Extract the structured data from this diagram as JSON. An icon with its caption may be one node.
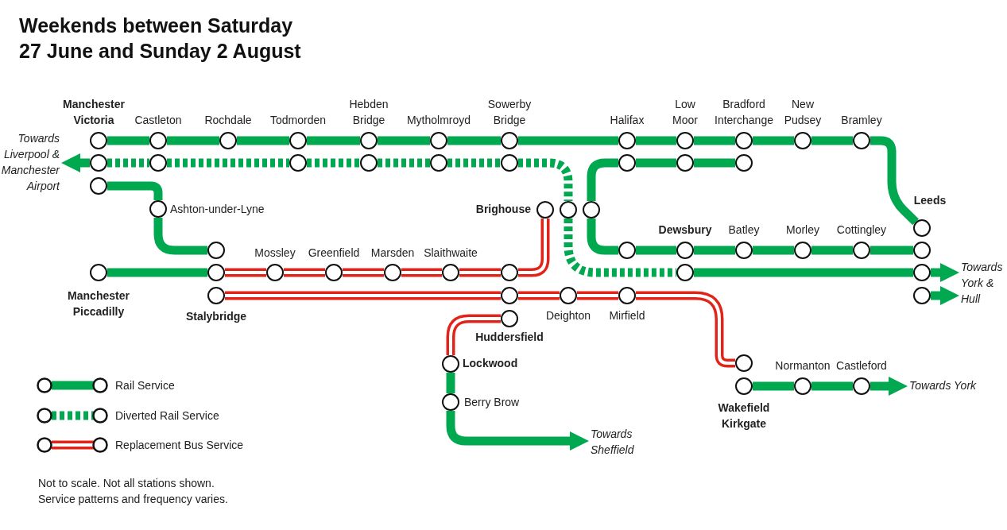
{
  "diagram": {
    "title": "Weekends between Saturday 27 June and Sunday 2 August",
    "nodes": [
      {
        "text": [
          "Manchester Victoria"
        ]
      },
      {
        "text": [
          "Castleton"
        ]
      },
      {
        "text": [
          "Rochdale"
        ]
      },
      {
        "text": [
          "Todmorden"
        ]
      },
      {
        "text": [
          "Hebden Bridge"
        ]
      },
      {
        "text": [
          "Mytholmroyd"
        ]
      },
      {
        "text": [
          "Sowerby Bridge"
        ]
      },
      {
        "text": [
          "Halifax"
        ]
      },
      {
        "text": [
          "Low Moor"
        ]
      },
      {
        "text": [
          "Bradford Interchange"
        ]
      },
      {
        "text": [
          "New Pudsey"
        ]
      },
      {
        "text": [
          "Bramley"
        ]
      },
      {
        "text": [],
        "shape": "circle"
      },
      {
        "text": [],
        "shape": "circle"
      },
      {
        "text": [],
        "shape": "circle"
      },
      {
        "text": [],
        "shape": "circle"
      },
      {
        "text": [],
        "shape": "circle"
      },
      {
        "text": [],
        "shape": "circle"
      },
      {
        "text": [],
        "shape": "circle"
      },
      {
        "text": [],
        "shape": "circle"
      },
      {
        "text": [],
        "shape": "circle"
      },
      {
        "text": [],
        "shape": "circle"
      },
      {
        "text": [
          "Ashton-under-Lyne"
        ]
      },
      {
        "text": [
          "Brighouse"
        ]
      },
      {
        "text": [],
        "shape": "circle"
      },
      {
        "text": [],
        "shape": "circle"
      },
      {
        "text": [
          "Leeds"
        ]
      },
      {
        "text": [],
        "shape": "circle"
      },
      {
        "text": [],
        "shape": "circle"
      },
      {
        "text": [
          "Dewsbury"
        ]
      },
      {
        "text": [
          "Batley"
        ]
      },
      {
        "text": [
          "Morley"
        ]
      },
      {
        "text": [
          "Cottingley"
        ]
      },
      {
        "text": [],
        "shape": "circle"
      },
      {
        "text": [
          "Manchester Piccadilly"
        ]
      },
      {
        "text": [],
        "shape": "circle"
      },
      {
        "text": [
          "Mossley"
        ]
      },
      {
        "text": [
          "Greenfield"
        ]
      },
      {
        "text": [
          "Marsden"
        ]
      },
      {
        "text": [
          "Slaithwaite"
        ]
      },
      {
        "text": [],
        "shape": "circle"
      },
      {
        "text": [],
        "shape": "circle"
      },
      {
        "text": [],
        "shape": "circle"
      },
      {
        "text": [
          "Stalybridge"
        ]
      },
      {
        "text": [],
        "shape": "circle"
      },
      {
        "text": [
          "Deighton"
        ]
      },
      {
        "text": [
          "Mirfield"
        ]
      },
      {
        "text": [],
        "shape": "circle"
      },
      {
        "text": [
          "Huddersfield"
        ]
      },
      {
        "text": [
          "Lockwood"
        ]
      },
      {
        "text": [],
        "shape": "circle"
      },
      {
        "text": [
          "Wakefield Kirkgate"
        ]
      },
      {
        "text": [
          "Normanton"
        ]
      },
      {
        "text": [
          "Castleford"
        ]
      },
      {
        "text": [
          "Berry Brow"
        ]
      },
      {
        "text": [
          "Towards Liverpool & Manchester Airport"
        ]
      },
      {
        "text": [
          "Towards York & Hull"
        ]
      },
      {
        "text": [
          "Towards York"
        ]
      },
      {
        "text": [
          "Towards Sheffield"
        ]
      }
    ],
    "edges": [
      {
        "from": 0,
        "to": 1,
        "arrow": "none"
      },
      {
        "from": 1,
        "to": 2,
        "arrow": "none"
      },
      {
        "from": 2,
        "to": 3,
        "arrow": "none"
      },
      {
        "from": 3,
        "to": 4,
        "arrow": "none"
      },
      {
        "from": 4,
        "to": 5,
        "arrow": "none"
      },
      {
        "from": 5,
        "to": 6,
        "arrow": "none"
      },
      {
        "from": 6,
        "to": 7,
        "arrow": "none"
      },
      {
        "from": 7,
        "to": 8,
        "arrow": "none"
      },
      {
        "from": 8,
        "to": 9,
        "arrow": "none"
      },
      {
        "from": 9,
        "to": 10,
        "arrow": "none"
      },
      {
        "from": 10,
        "to": 11,
        "arrow": "none"
      },
      {
        "from": 11,
        "to": 26,
        "arrow": "none"
      },
      {
        "from": 12,
        "to": 55,
        "arrow": "to"
      },
      {
        "from": 12,
        "to": 13,
        "arrow": "none",
        "style": "dashed"
      },
      {
        "from": 13,
        "to": 14,
        "arrow": "none",
        "style": "dashed"
      },
      {
        "from": 14,
        "to": 15,
        "arrow": "none",
        "style": "dashed"
      },
      {
        "from": 15,
        "to": 16,
        "arrow": "none",
        "style": "dashed"
      },
      {
        "from": 16,
        "to": 17,
        "arrow": "none",
        "style": "dashed"
      },
      {
        "from": 17,
        "to": 24,
        "arrow": "none",
        "style": "dashed"
      },
      {
        "from": 24,
        "to": 41,
        "arrow": "none",
        "style": "dashed"
      },
      {
        "from": 20,
        "to": 19,
        "arrow": "none"
      },
      {
        "from": 19,
        "to": 18,
        "arrow": "none"
      },
      {
        "from": 18,
        "to": 25,
        "arrow": "none"
      },
      {
        "from": 25,
        "to": 28,
        "arrow": "none"
      },
      {
        "from": 28,
        "to": 29,
        "arrow": "none"
      },
      {
        "from": 29,
        "to": 30,
        "arrow": "none"
      },
      {
        "from": 30,
        "to": 31,
        "arrow": "none"
      },
      {
        "from": 31,
        "to": 32,
        "arrow": "none"
      },
      {
        "from": 32,
        "to": 33,
        "arrow": "none"
      },
      {
        "from": 41,
        "to": 42,
        "arrow": "none"
      },
      {
        "from": 42,
        "to": 56,
        "arrow": "to"
      },
      {
        "from": 47,
        "to": 56,
        "arrow": "to"
      },
      {
        "from": 21,
        "to": 22,
        "arrow": "none"
      },
      {
        "from": 22,
        "to": 27,
        "arrow": "none"
      },
      {
        "from": 34,
        "to": 35,
        "arrow": "none"
      },
      {
        "from": 35,
        "to": 36,
        "arrow": "none",
        "color": "#e2231a"
      },
      {
        "from": 36,
        "to": 37,
        "arrow": "none",
        "color": "#e2231a"
      },
      {
        "from": 37,
        "to": 38,
        "arrow": "none",
        "color": "#e2231a"
      },
      {
        "from": 38,
        "to": 39,
        "arrow": "none",
        "color": "#e2231a"
      },
      {
        "from": 39,
        "to": 40,
        "arrow": "none",
        "color": "#e2231a"
      },
      {
        "from": 40,
        "to": 23,
        "arrow": "none",
        "color": "#e2231a"
      },
      {
        "from": 43,
        "to": 44,
        "arrow": "none",
        "color": "#e2231a"
      },
      {
        "from": 44,
        "to": 45,
        "arrow": "none",
        "color": "#e2231a"
      },
      {
        "from": 45,
        "to": 46,
        "arrow": "none",
        "color": "#e2231a"
      },
      {
        "from": 46,
        "to": 50,
        "arrow": "none",
        "color": "#e2231a"
      },
      {
        "from": 48,
        "to": 49,
        "arrow": "none",
        "color": "#e2231a"
      },
      {
        "from": 49,
        "to": 54,
        "arrow": "none"
      },
      {
        "from": 54,
        "to": 58,
        "arrow": "to"
      },
      {
        "from": 51,
        "to": 52,
        "arrow": "none"
      },
      {
        "from": 52,
        "to": 53,
        "arrow": "none"
      },
      {
        "from": 53,
        "to": 57,
        "arrow": "to"
      }
    ],
    "labels": [
      "Not to scale. Not all stations shown. Service patterns and frequency varies."
    ],
    "legend": [
      {
        "text": "Rail Service"
      },
      {
        "text": "Diverted Rail Service"
      },
      {
        "text": "Replacement Bus Service"
      }
    ]
  }
}
